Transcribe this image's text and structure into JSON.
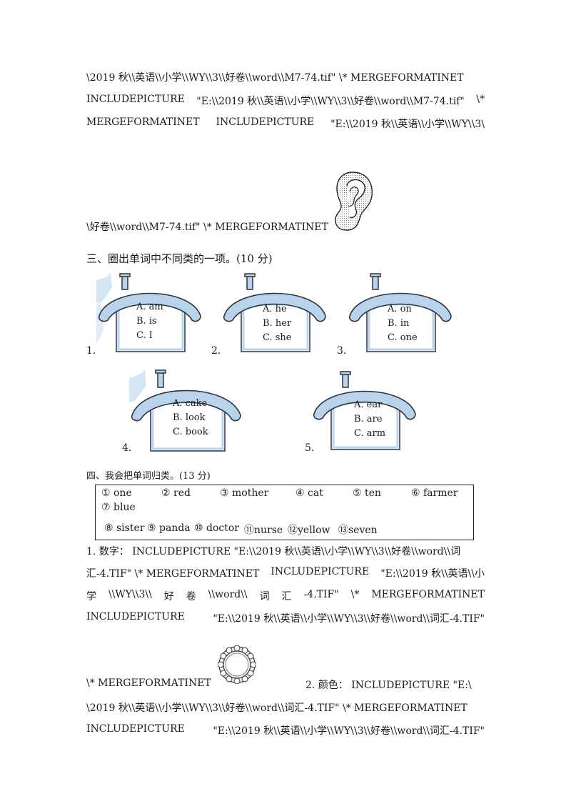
{
  "top_lines": [
    "\\2019 秋\\\\英语\\\\小学\\\\WY\\\\3\\\\好卷\\\\word\\\\M7-74.tif\"  \\* MERGEFORMATINET",
    [
      "INCLUDEPICTURE",
      "\"E:\\\\2019 秋\\\\英语\\\\小学\\\\WY\\\\3\\\\好卷\\\\word\\\\M7-74.tif\"",
      "\\*"
    ],
    [
      "MERGEFORMATINET",
      "INCLUDEPICTURE",
      "\"E:\\\\2019 秋\\\\英语\\\\小学\\\\WY\\\\3\\"
    ]
  ],
  "ear_line": "\\好卷\\\\word\\\\M7-74.tif\"  \\*  MERGEFORMATINET",
  "section3": {
    "title": "三、圈出单词中不同类的一项。(10 分)",
    "houses": [
      {
        "num": "1.",
        "options": [
          "A. am",
          "B. is",
          "C. I"
        ]
      },
      {
        "num": "2.",
        "options": [
          "A. he",
          "B. her",
          "C. she"
        ]
      },
      {
        "num": "3.",
        "options": [
          "A. on",
          "B. in",
          "C. one"
        ]
      },
      {
        "num": "4.",
        "options": [
          "A. cake",
          "B. look",
          "C. book"
        ]
      },
      {
        "num": "5.",
        "options": [
          "A. ear",
          "B. are",
          "C. arm"
        ]
      }
    ]
  },
  "section4": {
    "title": "四、我会把单词归类。(13 分)",
    "row1": [
      "① one",
      "② red",
      "③ mother",
      "④ cat",
      "⑤ ten",
      "⑥ farmer"
    ],
    "row1b": "⑦ blue",
    "row2": [
      "⑧ sister",
      "⑨ panda",
      "⑩ doctor",
      "⑪nurse",
      "⑫yellow",
      "⑬seven"
    ]
  },
  "answer_lines": {
    "l1": "1. 数字：   INCLUDEPICTURE  \"E:\\\\2019 秋\\\\英语\\\\小学\\\\WY\\\\3\\\\好卷\\\\word\\\\词",
    "l2": [
      "汇-4.TIF\" \\* MERGEFORMATINET",
      "INCLUDEPICTURE",
      "\"E:\\\\2019 秋\\\\英语\\\\小"
    ],
    "l3": [
      "学",
      "\\\\WY\\\\3\\\\",
      "好",
      "卷",
      "\\\\word\\\\",
      "词",
      "汇",
      "-4.TIF\"",
      "\\*",
      "MERGEFORMATINET"
    ],
    "l4": [
      "INCLUDEPICTURE",
      "\"E:\\\\2019 秋\\\\英语\\\\小学\\\\WY\\\\3\\\\好卷\\\\word\\\\词汇-4.TIF\""
    ],
    "l5_left": "\\*  MERGEFORMATINET",
    "l5_right": "2. 颜色：   INCLUDEPICTURE  \"E:\\",
    "l6": "\\2019 秋\\\\英语\\\\小学\\\\WY\\\\3\\\\好卷\\\\word\\\\词汇-4.TIF\" \\* MERGEFORMATINET",
    "l7": [
      "INCLUDEPICTURE",
      "\"E:\\\\2019 秋\\\\英语\\\\小学\\\\WY\\\\3\\\\好卷\\\\word\\\\词汇-4.TIF\""
    ]
  },
  "colors": {
    "house_fill": "#b8d3ea",
    "house_stroke": "#2b3440",
    "house_bg": "#cfe3f3"
  }
}
